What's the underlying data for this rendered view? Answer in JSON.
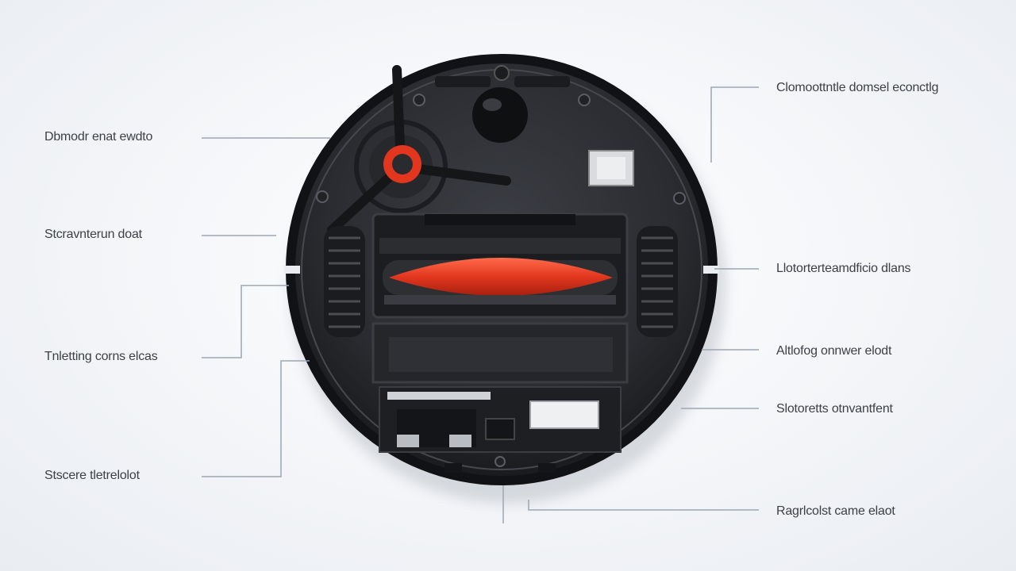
{
  "colors": {
    "background": "#f1f3f6",
    "robot_body": "#2b2d31",
    "robot_rim": "#121316",
    "accent_red": "#e2371e",
    "leader_line": "#9aa7b4"
  },
  "labels": {
    "left_1": "Dbmodr enat ewdto",
    "left_2": "Stcravnterun doat",
    "left_3": "Tnletting corns elcas",
    "left_4": "Stscere tletrelolot",
    "right_1": "Clomoottntle domsel econctlg",
    "right_2": "Llotorterteamdficio dlans",
    "right_3": "Altlofog onnwer elodt",
    "right_4": "Slotoretts otnvantfent",
    "right_5": "Ragrlcolst came elaot"
  },
  "diagram": {
    "subject": "robot vacuum underside",
    "icons": [
      "side-brush-icon",
      "caster-wheel-icon",
      "main-brush-roller",
      "drive-wheel-left",
      "drive-wheel-right",
      "dustbin-panel",
      "charging-contact-plate"
    ]
  }
}
